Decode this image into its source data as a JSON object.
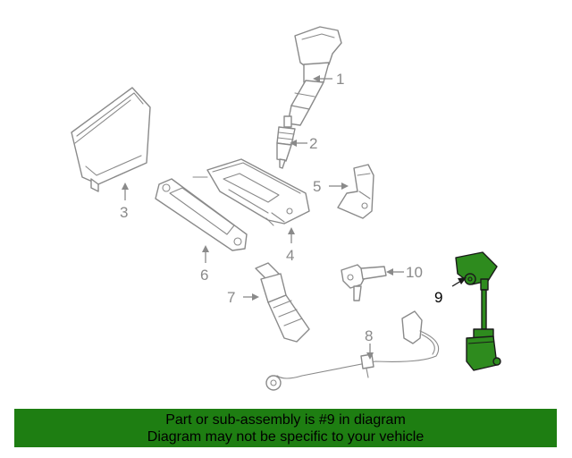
{
  "callouts": [
    "1",
    "2",
    "3",
    "4",
    "5",
    "6",
    "7",
    "8",
    "9",
    "10"
  ],
  "highlighted_part": "9",
  "colors": {
    "highlight": "#2e8b1e",
    "banner": "#1e7e12",
    "line_art": "#8a8a8a"
  },
  "banner": {
    "line1": "Part or sub-assembly is #9 in diagram",
    "line2": "Diagram may not be specific to your vehicle"
  }
}
